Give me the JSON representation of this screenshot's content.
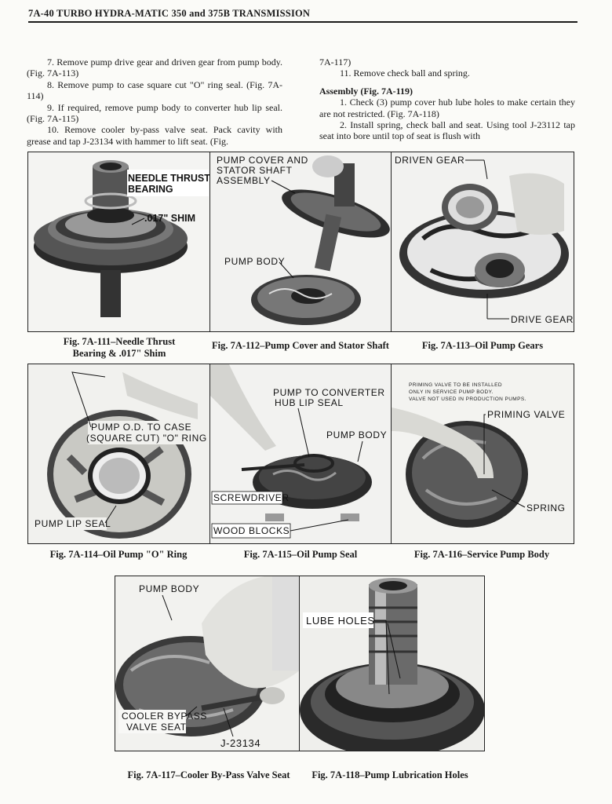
{
  "header": {
    "title": "7A-40  TURBO HYDRA-MATIC 350 and 375B TRANSMISSION"
  },
  "left_column": {
    "p1": "7. Remove pump drive gear and driven gear from pump body. (Fig. 7A-113)",
    "p2": "8. Remove pump to case square cut \"O\" ring seal. (Fig. 7A-114)",
    "p3": "9. If required, remove pump body to converter hub lip seal. (Fig. 7A-115)",
    "p4": "10. Remove cooler by-pass valve seat. Pack cavity with grease and tap J-23134 with hammer to lift seat. (Fig."
  },
  "right_column": {
    "p1": "7A-117)",
    "p2": "11. Remove check ball and spring.",
    "heading": "Assembly (Fig. 7A-119)",
    "p3": "1. Check (3) pump cover hub lube holes to make certain they are not restricted. (Fig. 7A-118)",
    "p4": "2. Install spring, check ball and seat. Using tool J-23112 tap seat into bore until top of seat is flush with"
  },
  "figures": {
    "f111": {
      "caption": "Fig. 7A-111–Needle Thrust Bearing & .017\" Shim",
      "label_bearing_1": "NEEDLE THRUST",
      "label_bearing_2": "BEARING",
      "label_shim": ".017\" SHIM"
    },
    "f112": {
      "caption": "Fig. 7A-112–Pump Cover and Stator Shaft",
      "label_cover_1": "PUMP COVER AND",
      "label_cover_2": "STATOR SHAFT",
      "label_cover_3": "ASSEMBLY",
      "label_body": "PUMP BODY"
    },
    "f113": {
      "caption": "Fig. 7A-113–Oil Pump Gears",
      "label_driven": "DRIVEN GEAR",
      "label_drive": "DRIVE GEAR"
    },
    "f114": {
      "caption": "Fig. 7A-114–Oil Pump \"O\" Ring",
      "label_od_1": "PUMP O.D. TO CASE",
      "label_od_2": "(SQUARE CUT) \"O\" RING",
      "label_lip": "PUMP LIP SEAL"
    },
    "f115": {
      "caption": "Fig. 7A-115–Oil Pump Seal",
      "label_hub_1": "PUMP TO CONVERTER",
      "label_hub_2": "HUB LIP SEAL",
      "label_body": "PUMP BODY",
      "label_screwdriver": "SCREWDRIVER",
      "label_blocks": "WOOD BLOCKS"
    },
    "f116": {
      "caption": "Fig. 7A-116–Service Pump Body",
      "note_1": "PRIMING VALVE TO BE INSTALLED",
      "note_2": "ONLY IN SERVICE PUMP BODY.",
      "note_3": "VALVE NOT USED IN PRODUCTION PUMPS.",
      "label_priming": "PRIMING VALVE",
      "label_spring": "SPRING"
    },
    "f117": {
      "caption": "Fig. 7A-117–Cooler By-Pass Valve Seat",
      "label_body": "PUMP BODY",
      "label_seat_1": "COOLER BYPASS",
      "label_seat_2": "VALVE SEAT",
      "label_tool": "J-23134"
    },
    "f118": {
      "caption": "Fig. 7A-118–Pump Lubrication Holes",
      "label_lube": "LUBE HOLES"
    }
  }
}
